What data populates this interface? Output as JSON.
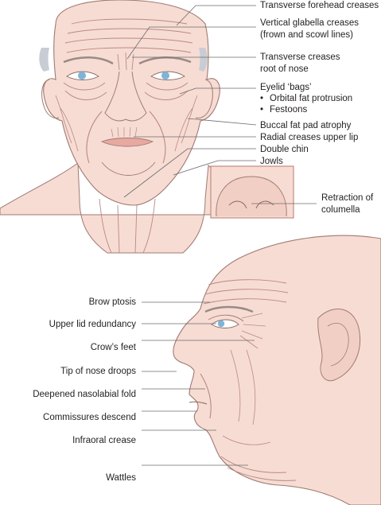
{
  "colors": {
    "skin": "#f7dcd4",
    "skin_shade": "#eab9ab",
    "line": "#a07a72",
    "wrinkle": "#b98a80",
    "eye": "#7fb4d8",
    "hair": "#c8ccd4",
    "leader": "#6b6b6b",
    "text": "#231f20"
  },
  "top_labels": {
    "forehead": "Transverse forehead creases",
    "glabella_1": "Vertical glabella creases",
    "glabella_2": "(frown and scowl lines)",
    "root_1": "Transverse creases",
    "root_2": "root of nose",
    "eyelid": "Eyelid ‘bags’",
    "eyelid_bullet_1": "Orbital fat protrusion",
    "eyelid_bullet_2": "Festoons",
    "buccal": "Buccal fat pad atrophy",
    "radial": "Radial creases upper lip",
    "double_chin": "Double chin",
    "jowls": "Jowls",
    "columella_1": "Retraction of",
    "columella_2": "columella"
  },
  "profile_labels": {
    "brow": "Brow ptosis",
    "upper_lid": "Upper lid redundancy",
    "crows": "Crow’s feet",
    "nose_tip": "Tip of nose droops",
    "nasolabial": "Deepened nasolabial fold",
    "commissures": "Commissures descend",
    "infraoral": "Infraoral crease",
    "wattles": "Wattles"
  }
}
